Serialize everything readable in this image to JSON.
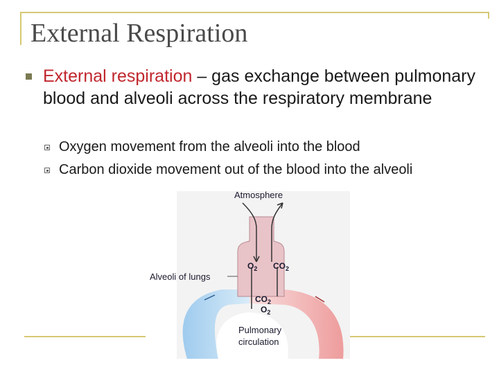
{
  "slide": {
    "title": "External Respiration",
    "bullet": {
      "highlight": "External respiration",
      "rest": " – gas exchange between pulmonary blood and alveoli across the respiratory membrane"
    },
    "subbullets": [
      "Oxygen movement from the alveoli into the blood",
      "Carbon dioxide movement out of the blood into the alveoli"
    ]
  },
  "diagram": {
    "atmosphere": "Atmosphere",
    "alveoli_label": "Alveoli of lungs",
    "o2_top": "O",
    "o2_top_sub": "2",
    "co2_top": "CO",
    "co2_top_sub": "2",
    "co2_bottom": "CO",
    "co2_bottom_sub": "2",
    "o2_bottom": "O",
    "o2_bottom_sub": "2",
    "pulmonary_line1": "Pulmonary",
    "pulmonary_line2": "circulation"
  },
  "colors": {
    "accent_line": "#d6c873",
    "highlight_text": "#c0272d",
    "alveoli_fill": "#e8c3c8",
    "blood_blue": "#b8d8f0",
    "blood_red": "#f0b8b8"
  }
}
